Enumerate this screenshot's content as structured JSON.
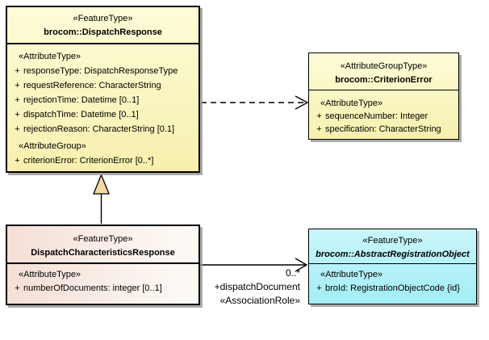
{
  "colors": {
    "class_fill_yellow_top": "#fdfcd8",
    "class_fill_yellow_bottom": "#f7f0ae",
    "class_fill_cyan_top": "#c9f6fa",
    "class_fill_cyan_bottom": "#a3edf6",
    "class_fill_pink_left": "#f5dfd6",
    "class_fill_pink_right": "#fdfbf7",
    "border": "#000000",
    "shadow": "#969696",
    "generalization_triangle_fill": "#f3d8a5",
    "background": "#ffffff"
  },
  "classes": {
    "dispatchResponse": {
      "stereotype": "«FeatureType»",
      "name": "brocom::DispatchResponse",
      "attr_heading": "«AttributeType»",
      "attributes": [
        {
          "vis": "+",
          "text": "responseType: DispatchResponseType"
        },
        {
          "vis": "+",
          "text": "requestReference: CharacterString"
        },
        {
          "vis": "+",
          "text": "rejectionTime: Datetime [0..1]"
        },
        {
          "vis": "+",
          "text": "dispatchTime: Datetime [0..1]"
        },
        {
          "vis": "+",
          "text": "rejectionReason: CharacterString [0.1]"
        }
      ],
      "group_heading": "«AttributeGroup»",
      "group_attributes": [
        {
          "vis": "+",
          "text": "criterionError: CriterionError [0..*]"
        }
      ]
    },
    "criterionError": {
      "stereotype": "«AttributeGroupType»",
      "name": "brocom::CriterionError",
      "attr_heading": "«AttributeType»",
      "attributes": [
        {
          "vis": "+",
          "text": "sequenceNumber: Integer"
        },
        {
          "vis": "+",
          "text": "specification: CharacterString"
        }
      ]
    },
    "dispatchCharacteristicsResponse": {
      "stereotype": "«FeatureType»",
      "name": "DispatchCharacteristicsResponse",
      "attr_heading": "«AttributeType»",
      "attributes": [
        {
          "vis": "+",
          "text": "numberOfDocuments: integer [0..1]"
        }
      ]
    },
    "abstractRegistrationObject": {
      "stereotype": "«FeatureType»",
      "name": "brocom::AbstractRegistrationObject",
      "attr_heading": "«AttributeType»",
      "attributes": [
        {
          "vis": "+",
          "text": "broId: RegistrationObjectCode {id}"
        }
      ]
    }
  },
  "connectors": {
    "dependency": {
      "from": "brocom::DispatchResponse",
      "to": "brocom::CriterionError",
      "style": "dashed-open-arrow"
    },
    "generalization": {
      "from": "DispatchCharacteristicsResponse",
      "to": "brocom::DispatchResponse",
      "style": "hollow-triangle"
    },
    "association": {
      "multiplicity": "0..*",
      "role": "+dispatchDocument",
      "stereotype": "«AssociationRole»"
    }
  }
}
